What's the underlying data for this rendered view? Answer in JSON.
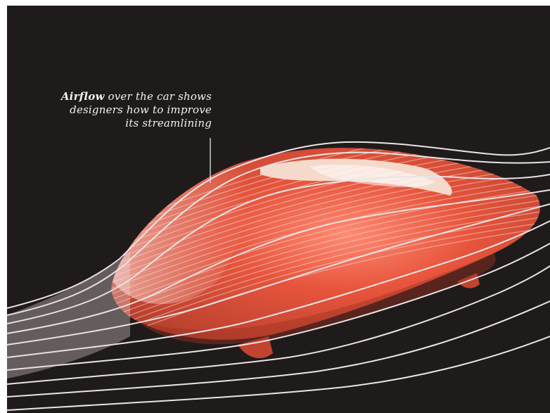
{
  "figure": {
    "caption": {
      "lead": "Airflow",
      "line1_rest": " over the car shows",
      "line2": "designers how to improve",
      "line3": "its streamlining"
    },
    "colors": {
      "background": "#201b1b",
      "car_body": "#e2533a",
      "car_highlight": "#f6e7d8",
      "streamline": "#e7e2e5",
      "caption_text": "#f2f2f2"
    }
  }
}
